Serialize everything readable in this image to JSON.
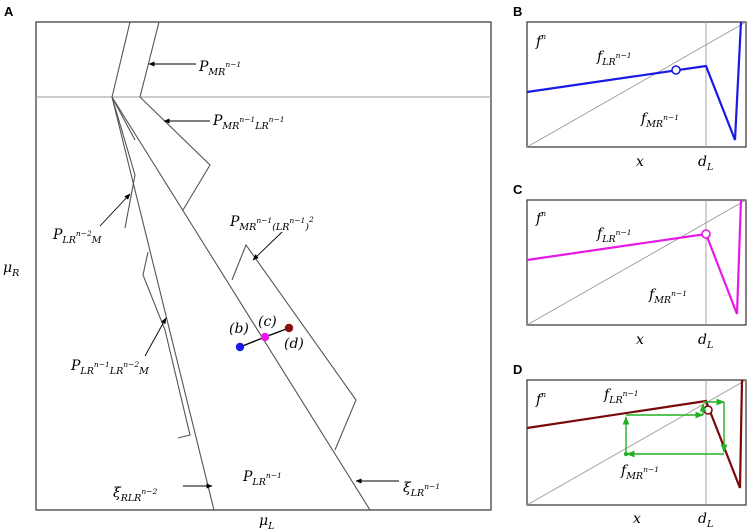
{
  "panels": {
    "a": {
      "letter": "A",
      "axis_x": "μ",
      "axis_x_sub": "L",
      "axis_y": "μ",
      "axis_y_sub": "R",
      "regions": {
        "p_mr": {
          "base": "P",
          "sub": "MR",
          "sup": "n−1"
        },
        "p_mr_lr": {
          "base": "P",
          "sub": "MR",
          "sup1": "n−1",
          "sub2": "LR",
          "sup2": "n−1"
        },
        "p_lr_m": {
          "base": "P",
          "sub": "LR",
          "sup": "n−2",
          "sub2": "M"
        },
        "p_mr_lr2": {
          "base": "P",
          "sub": "MR",
          "sup": "n−1",
          "sub2": "(LR",
          "sup2": "n−1",
          "sub3": ")",
          "sup3": "2"
        },
        "p_lr_lr_m": {
          "base": "P",
          "sub": "LR",
          "sup": "n−1",
          "sub2": "LR",
          "sup2": "n−2",
          "sub3": "M"
        },
        "p_lr": {
          "base": "P",
          "sub": "LR",
          "sup": "n−1"
        },
        "xi_rlr": {
          "base": "ξ",
          "sub": "RLR",
          "sup": "n−2"
        },
        "xi_lr": {
          "base": "ξ",
          "sub": "LR",
          "sup": "n−1"
        }
      },
      "points": [
        {
          "label": "(b)",
          "color": "#1a1ae6"
        },
        {
          "label": "(c)",
          "color": "#e619e6"
        },
        {
          "label": "(d)",
          "color": "#8b1010"
        }
      ]
    },
    "b": {
      "letter": "B",
      "color": "#1a1ae6"
    },
    "c": {
      "letter": "C",
      "color": "#e619e6"
    },
    "d": {
      "letter": "D",
      "color": "#7a0a0a",
      "cobweb_color": "#22b022"
    },
    "map_labels": {
      "f": "f",
      "f_sup": "n",
      "f_lr": "f",
      "f_lr_sub": "LR",
      "f_lr_sup": "n−1",
      "f_mr": "f",
      "f_mr_sub": "MR",
      "f_mr_sup": "n−1",
      "x": "x",
      "d": "d",
      "d_sub": "L"
    }
  }
}
